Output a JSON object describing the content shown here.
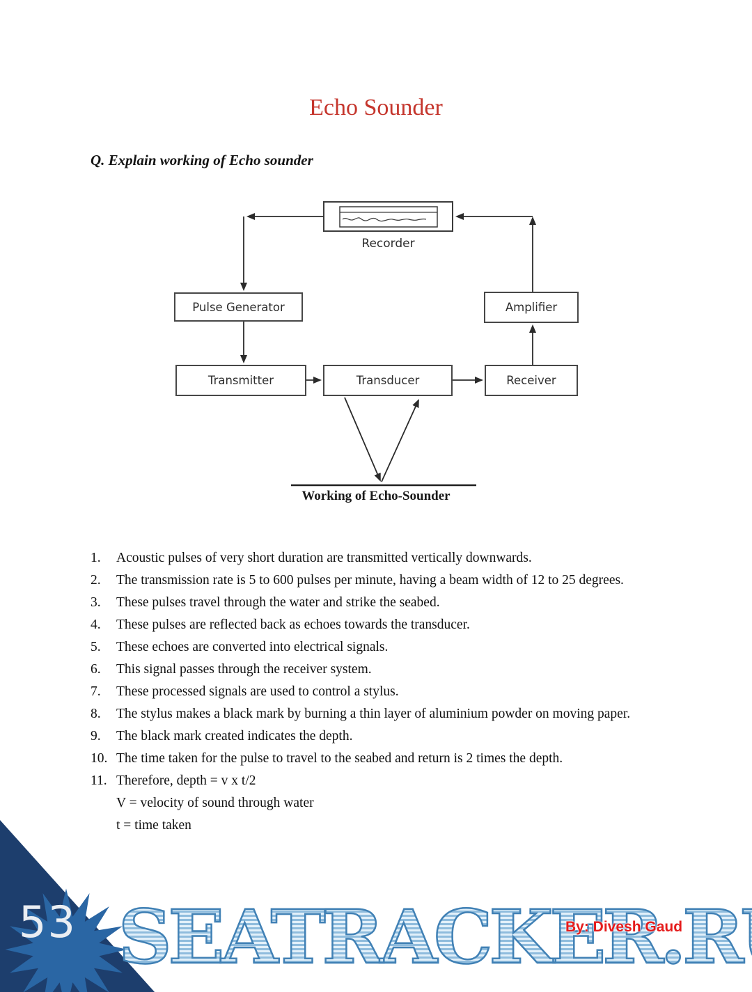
{
  "doc": {
    "title": "Echo Sounder",
    "question": "Q. Explain working of Echo sounder",
    "diagram": {
      "recorder": "Recorder",
      "pulse_generator": "Pulse Generator",
      "amplifier": "Amplifier",
      "transmitter": "Transmitter",
      "transducer": "Transducer",
      "receiver": "Receiver",
      "caption": "Working of Echo-Sounder"
    },
    "list_items": [
      "Acoustic pulses of very short duration are transmitted vertically downwards.",
      "The transmission rate is 5 to 600 pulses per minute, having a beam width of 12 to 25 degrees.",
      "These pulses travel through the water and strike the seabed.",
      "These pulses are reflected back as echoes towards the transducer.",
      "These echoes are converted into electrical signals.",
      "This signal passes through the receiver system.",
      "These processed signals are used to control a stylus.",
      "The stylus makes a black mark by burning a thin layer of aluminium powder on moving paper.",
      "The black mark created indicates the depth.",
      "The time taken for the pulse to travel to the seabed and return is 2 times the depth.",
      "Therefore, depth = v x t/2"
    ],
    "definitions": [
      "V = velocity of sound through water",
      "t = time taken"
    ],
    "footer": {
      "page_number": "53",
      "watermark": "SEATRACKER.RU",
      "credit": "By: Divesh Gaud"
    },
    "colors": {
      "title_red": "#c5352c",
      "credit_red": "#e51c1c",
      "corner_navy": "#1d3e6d",
      "watermark_blue": "#4181b5"
    }
  }
}
